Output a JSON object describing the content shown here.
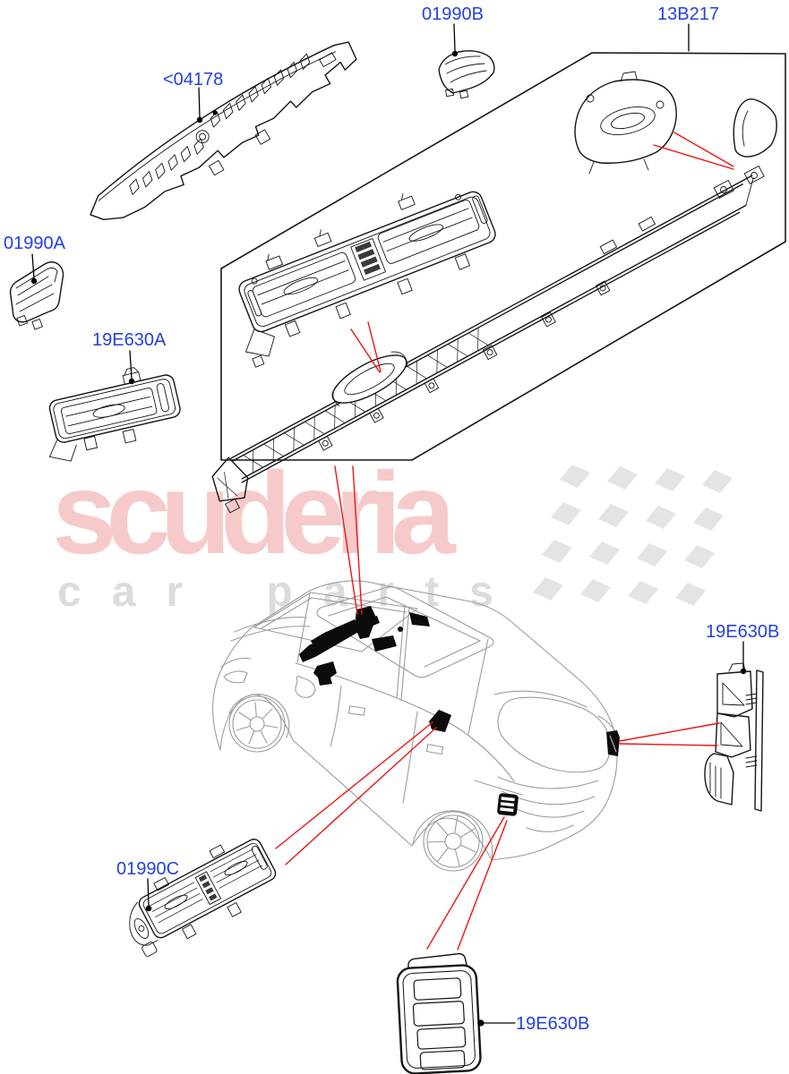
{
  "watermark": {
    "brand": "scuderia",
    "tagline": "car parts"
  },
  "callouts": [
    {
      "id": "04178",
      "text": "<04178"
    },
    {
      "id": "01990B",
      "text": "01990B"
    },
    {
      "id": "13B217",
      "text": "13B217"
    },
    {
      "id": "01990A",
      "text": "01990A"
    },
    {
      "id": "19E630A",
      "text": "19E630A"
    },
    {
      "id": "19E630B-right",
      "text": "19E630B"
    },
    {
      "id": "01990C",
      "text": "01990C"
    },
    {
      "id": "19E630B-bottom",
      "text": "19E630B"
    }
  ],
  "colors": {
    "callout_blue": "#2440e0",
    "arrow_red": "#ee1414",
    "line_black": "#151515",
    "car_gray": "#9c9c9c",
    "brand_pink": "#f6caca",
    "tagline_gray": "#dcdcdc",
    "flag_gray": "#e4e4e4"
  }
}
